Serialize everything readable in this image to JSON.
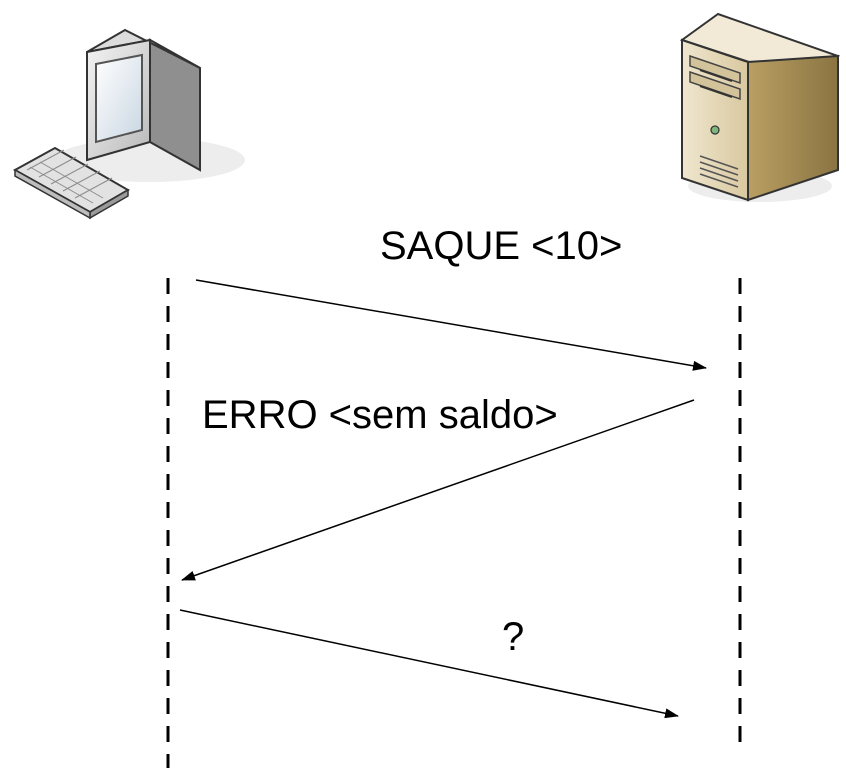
{
  "diagram": {
    "client": {
      "icon": "desktop-computer-icon"
    },
    "server": {
      "icon": "server-tower-icon"
    },
    "messages": [
      {
        "label": "SAQUE <10>",
        "direction": "client-to-server"
      },
      {
        "label": "ERRO <sem saldo>",
        "direction": "server-to-client"
      },
      {
        "label": "?",
        "direction": "client-to-server"
      }
    ]
  }
}
